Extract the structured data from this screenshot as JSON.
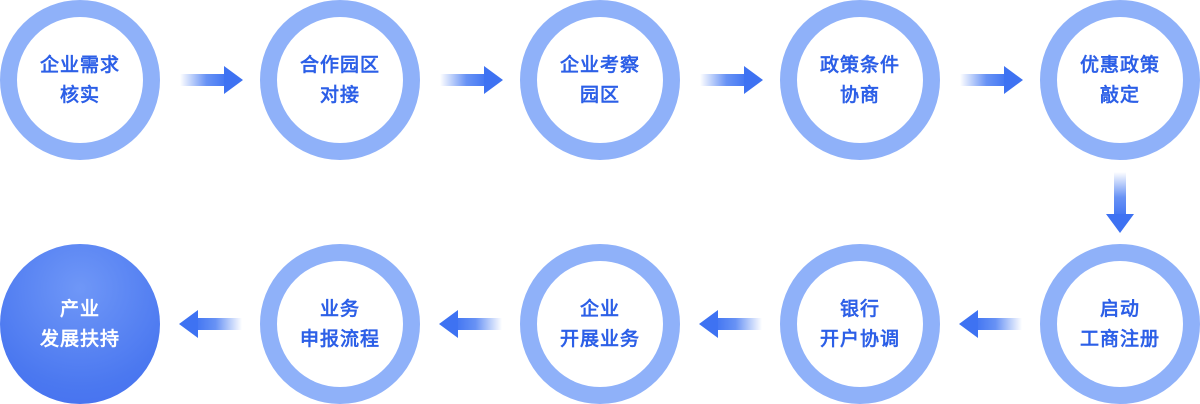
{
  "flow": {
    "steps": [
      {
        "lines": [
          "企业需求",
          "核实"
        ]
      },
      {
        "lines": [
          "合作园区",
          "对接"
        ]
      },
      {
        "lines": [
          "企业考察",
          "园区"
        ]
      },
      {
        "lines": [
          "政策条件",
          "协商"
        ]
      },
      {
        "lines": [
          "优惠政策",
          "敲定"
        ]
      },
      {
        "lines": [
          "启动",
          "工商注册"
        ]
      },
      {
        "lines": [
          "银行",
          "开户协调"
        ]
      },
      {
        "lines": [
          "企业",
          "开展业务"
        ]
      },
      {
        "lines": [
          "业务",
          "申报流程"
        ]
      },
      {
        "lines": [
          "产业",
          "发展扶持"
        ]
      }
    ]
  },
  "colors": {
    "ring": "#8fb1f9",
    "text": "#2c5fe7",
    "arrow": "#4d7ff3",
    "final_fill": "#4b78f0"
  }
}
